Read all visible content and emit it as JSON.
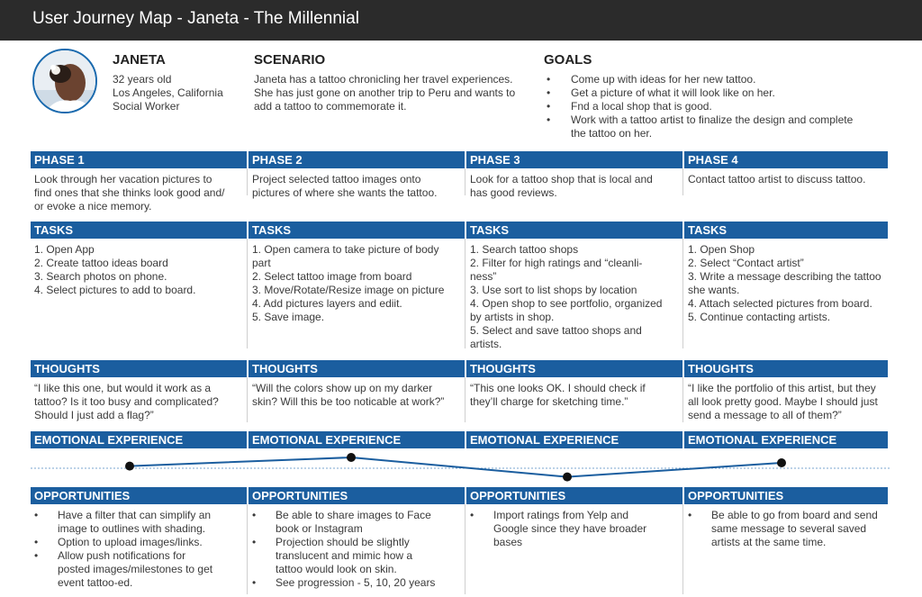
{
  "title": "User Journey Map - Janeta - The Millennial",
  "persona": {
    "name": "JANETA",
    "details": [
      "32 years old",
      "Los Angeles, California",
      "Social Worker"
    ]
  },
  "scenario": {
    "heading": "SCENARIO",
    "lines": [
      "Janeta has a tattoo chronicling her travel experiences.",
      "She has just gone on another trip to Peru and wants to",
      "add a tattoo to commemorate it."
    ]
  },
  "goals": {
    "heading": "GOALS",
    "items": [
      [
        "Come up with ideas for her new tattoo."
      ],
      [
        "Get a picture of what it will look like on her."
      ],
      [
        "Fnd a local shop that is good."
      ],
      [
        "Work with a tattoo artist to finalize the design and complete",
        "the tattoo on her."
      ]
    ]
  },
  "phases": [
    {
      "label": "PHASE 1",
      "lines": [
        "Look through her vacation pictures to",
        "find ones that she thinks look good and/",
        "or evoke a nice memory."
      ]
    },
    {
      "label": "PHASE 2",
      "lines": [
        "Project selected tattoo images onto",
        "pictures of where she wants the tattoo."
      ]
    },
    {
      "label": "PHASE 3",
      "lines": [
        "Look for a tattoo shop that is local and",
        "has good reviews."
      ]
    },
    {
      "label": "PHASE 4",
      "lines": [
        "Contact tattoo artist to discuss tattoo."
      ]
    }
  ],
  "tasks_label": "TASKS",
  "tasks": [
    [
      "1. Open App",
      "2. Create tattoo ideas board",
      "3. Search photos on phone.",
      "4. Select pictures to add to board."
    ],
    [
      "1. Open camera to take picture of body",
      "part",
      "2. Select tattoo image from board",
      "3. Move/Rotate/Resize image on picture",
      "4. Add pictures layers and ediit.",
      "5. Save image."
    ],
    [
      "1. Search tattoo shops",
      "2. Filter for high ratings and “cleanli-",
      "ness”",
      "3. Use sort to list shops by location",
      "4. Open shop to see portfolio, organized",
      "by artists in shop.",
      "5. Select and save tattoo shops and",
      "artists."
    ],
    [
      "1. Open Shop",
      "2. Select “Contact artist”",
      "3. Write a message describing the tattoo",
      "she wants.",
      "4. Attach selected pictures from board.",
      "5. Continue contacting artists."
    ]
  ],
  "thoughts_label": "THOUGHTS",
  "thoughts": [
    [
      "“I like this one, but would it work as a",
      "tattoo? Is it too busy and complicated?",
      "Should I just add a flag?”"
    ],
    [
      "“Will the colors show up on my darker",
      "skin? Will this be too noticable at work?”"
    ],
    [
      "“This one looks OK. I should check if",
      "they’ll charge for sketching time.”"
    ],
    [
      "“I like the portfolio of this artist, but they",
      "all look pretty good. Maybe I should just",
      "send a message to all of them?”"
    ]
  ],
  "emotion_label": "EMOTIONAL EXPERIENCE",
  "emotion_levels": [
    0.2,
    1.0,
    -0.8,
    0.5
  ],
  "opportunities_label": "OPPORTUNITIES",
  "opportunities": [
    [
      [
        "Have a filter that can simplify an",
        "image to outlines with shading."
      ],
      [
        "Option to upload images/links."
      ],
      [
        "Allow push notifications for",
        "posted images/milestones to get",
        "event tattoo-ed."
      ]
    ],
    [
      [
        "Be able to share images to Face",
        "book or Instagram"
      ],
      [
        "Projection should be slightly",
        "translucent and mimic how a",
        "tattoo would look on skin."
      ],
      [
        "See progression - 5, 10, 20 years"
      ]
    ],
    [
      [
        "Import ratings from Yelp and",
        "Google since they have broader",
        "bases"
      ]
    ],
    [
      [
        "Be able to go from board and send",
        "same message to several saved",
        "artists at the same time."
      ]
    ]
  ],
  "colors": {
    "bar": "#1b5e9f",
    "titlebar": "#2b2b2b",
    "avatar_ring": "#1a6aae"
  }
}
